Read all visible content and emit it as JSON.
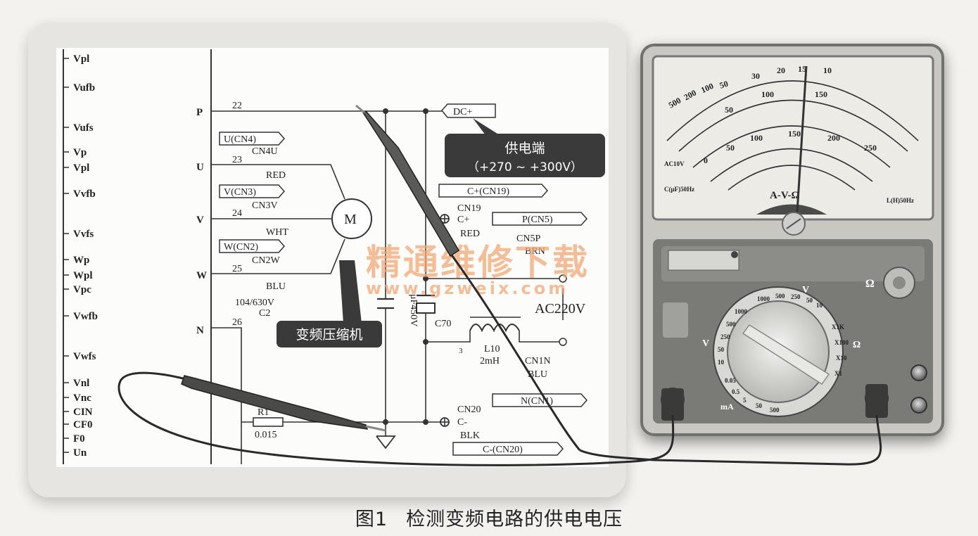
{
  "pins_left": [
    "Vpl",
    "Vufb",
    "Vufs",
    "Vp",
    "Vpl",
    "Vvfb",
    "Vvfs",
    "Wp",
    "Wpl",
    "Vpc",
    "Vwfb",
    "Vwfs",
    "Vnl",
    "Vnc",
    "CIN",
    "CF0",
    "F0",
    "Un"
  ],
  "pins_right": [
    "P",
    "U",
    "V",
    "W",
    "N"
  ],
  "pin_numbers": [
    "22",
    "23",
    "24",
    "25",
    "26"
  ],
  "tags": {
    "u_cn4": "U(CN4)",
    "v_cn3": "V(CN3)",
    "w_cn2": "W(CN2)",
    "dc_plus": "DC+",
    "c_plus_cn19": "C+(CN19)",
    "p_cn5": "P(CN5)",
    "n_cn1": "N(CN1)",
    "c_minus_cn20": "C-(CN20)"
  },
  "labels": {
    "cn4u": "CN4U",
    "red": "RED",
    "cn3v": "CN3V",
    "wht": "WHT",
    "cn2w": "CN2W",
    "blu": "BLU",
    "motor": "M",
    "cap_c2": "104/630V",
    "c2": "C2",
    "cn19": "CN19",
    "c_plus": "C+",
    "red2": "RED",
    "cn5p": "CN5P",
    "brn": "BRN",
    "c70": "C70",
    "cap_rating": "μF450V",
    "ac220v": "AC220V",
    "l10": "L10",
    "l10_val": "2mH",
    "l10_pin": "3",
    "cn1n": "CN1N",
    "blu2": "BLU",
    "cn20": "CN20",
    "c_minus": "C-",
    "blk": "BLK",
    "r1": "R1",
    "r1_val": "0.015"
  },
  "callouts": {
    "supply_title": "供电端",
    "supply_range": "（+270 ~ +300V）",
    "compressor": "变频压缩机"
  },
  "watermark": {
    "cn": "精通维修下载",
    "url": "www.gzweix.com"
  },
  "meter": {
    "scale_top": [
      "30",
      "20",
      "15",
      "10"
    ],
    "scale_ohm_left": [
      "500",
      "200",
      "100",
      "50"
    ],
    "scale_mid": [
      "100",
      "150",
      "50"
    ],
    "scale_acv": [
      "0",
      "50",
      "100",
      "150",
      "200",
      "250"
    ],
    "label_ac10v": "AC10V",
    "label_cap": "C(μF)50Hz",
    "label_l": "L(H)50Hz",
    "label_avo": "A-V-Ω",
    "ohm_symbol": "Ω",
    "v_label": "V",
    "ma_label": "mA",
    "dial_v": [
      "1000",
      "500",
      "250",
      "50",
      "10"
    ],
    "dial_ohm": [
      "X1K",
      "X100",
      "X10",
      "X1"
    ],
    "dial_v_left": [
      "10",
      "50",
      "250",
      "500",
      "1000"
    ],
    "dial_ma": [
      "0.05",
      "0.5",
      "5",
      "50",
      "500"
    ]
  },
  "caption": {
    "figure": "图1",
    "text": "检测变频电路的供电电压"
  },
  "colors": {
    "callout_bg": "#3a3a3a",
    "watermark": "#f0a878",
    "panel": "#7a7a76",
    "meter_face": "#ecebe6"
  }
}
